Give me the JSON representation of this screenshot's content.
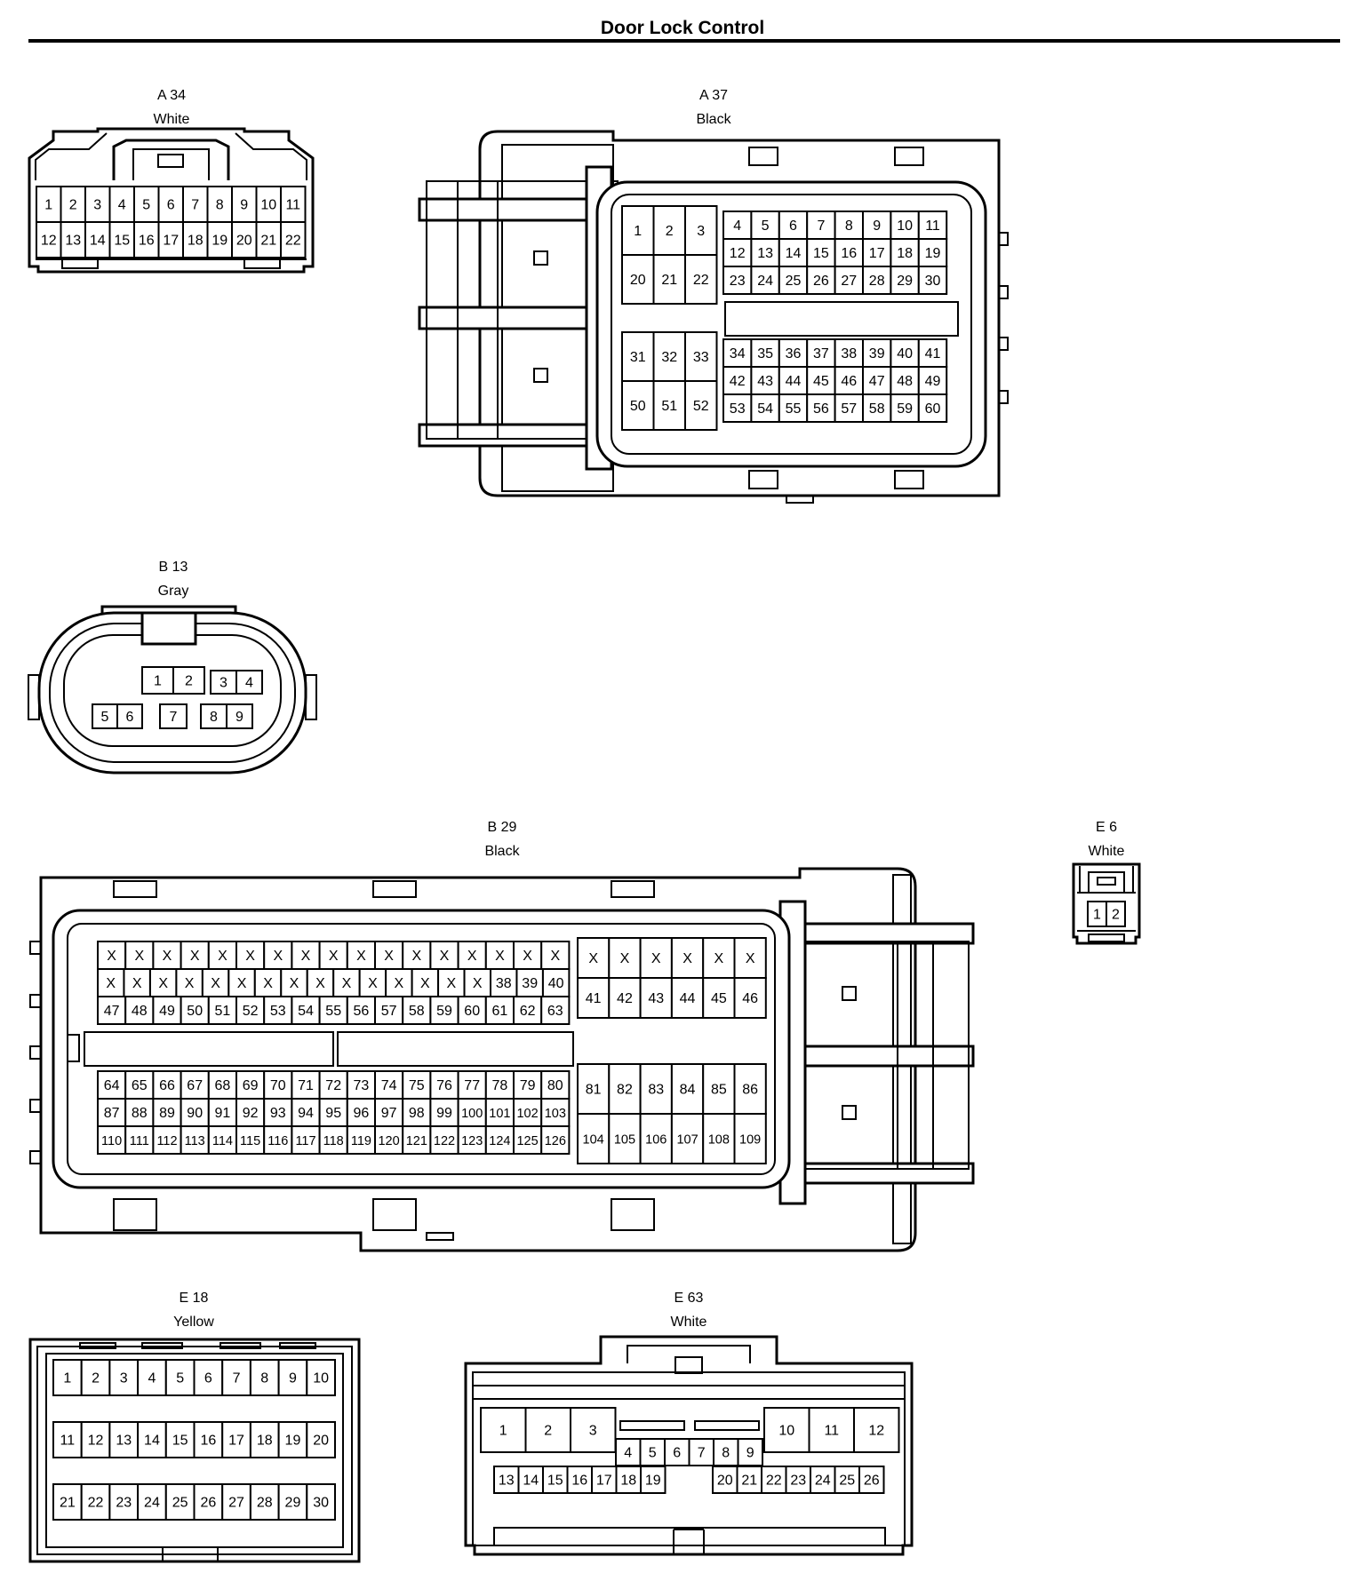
{
  "title": "Door Lock Control",
  "connectors": {
    "A34": {
      "code": "A 34",
      "color": "White",
      "rows": [
        [
          "1",
          "2",
          "3",
          "4",
          "5",
          "6",
          "7",
          "8",
          "9",
          "10",
          "11"
        ],
        [
          "12",
          "13",
          "14",
          "15",
          "16",
          "17",
          "18",
          "19",
          "20",
          "21",
          "22"
        ]
      ]
    },
    "A37": {
      "code": "A 37",
      "color": "Black",
      "blockA": [
        [
          "1",
          "2",
          "3"
        ],
        [
          "20",
          "21",
          "22"
        ]
      ],
      "blockB": [
        [
          "4",
          "5",
          "6",
          "7",
          "8",
          "9",
          "10",
          "11"
        ],
        [
          "12",
          "13",
          "14",
          "15",
          "16",
          "17",
          "18",
          "19"
        ],
        [
          "23",
          "24",
          "25",
          "26",
          "27",
          "28",
          "29",
          "30"
        ]
      ],
      "blockC": [
        [
          "31",
          "32",
          "33"
        ],
        [
          "50",
          "51",
          "52"
        ]
      ],
      "blockD": [
        [
          "34",
          "35",
          "36",
          "37",
          "38",
          "39",
          "40",
          "41"
        ],
        [
          "42",
          "43",
          "44",
          "45",
          "46",
          "47",
          "48",
          "49"
        ],
        [
          "53",
          "54",
          "55",
          "56",
          "57",
          "58",
          "59",
          "60"
        ]
      ]
    },
    "B13": {
      "code": "B 13",
      "color": "Gray",
      "pairs": [
        [
          "1",
          "2"
        ],
        [
          "3",
          "4"
        ],
        [
          "5",
          "6"
        ],
        [
          "7"
        ],
        [
          "8",
          "9"
        ]
      ]
    },
    "B29": {
      "code": "B 29",
      "color": "Black",
      "blockA": [
        [
          "X",
          "X",
          "X",
          "X",
          "X",
          "X",
          "X",
          "X",
          "X",
          "X",
          "X",
          "X",
          "X",
          "X",
          "X",
          "X",
          "X"
        ],
        [
          "X",
          "X",
          "X",
          "X",
          "X",
          "X",
          "X",
          "X",
          "X",
          "X",
          "X",
          "X",
          "X",
          "X",
          "X",
          "38",
          "39",
          "40"
        ],
        [
          "47",
          "48",
          "49",
          "50",
          "51",
          "52",
          "53",
          "54",
          "55",
          "56",
          "57",
          "58",
          "59",
          "60",
          "61",
          "62",
          "63"
        ]
      ],
      "blockB": [
        [
          "X",
          "X",
          "X",
          "X",
          "X",
          "X"
        ],
        [
          "41",
          "42",
          "43",
          "44",
          "45",
          "46"
        ]
      ],
      "blockC": [
        [
          "64",
          "65",
          "66",
          "67",
          "68",
          "69",
          "70",
          "71",
          "72",
          "73",
          "74",
          "75",
          "76",
          "77",
          "78",
          "79",
          "80"
        ],
        [
          "87",
          "88",
          "89",
          "90",
          "91",
          "92",
          "93",
          "94",
          "95",
          "96",
          "97",
          "98",
          "99",
          "100",
          "101",
          "102",
          "103"
        ],
        [
          "110",
          "111",
          "112",
          "113",
          "114",
          "115",
          "116",
          "117",
          "118",
          "119",
          "120",
          "121",
          "122",
          "123",
          "124",
          "125",
          "126"
        ]
      ],
      "blockD": [
        [
          "81",
          "82",
          "83",
          "84",
          "85",
          "86"
        ],
        [
          "104",
          "105",
          "106",
          "107",
          "108",
          "109"
        ]
      ]
    },
    "E6": {
      "code": "E 6",
      "color": "White",
      "pins": [
        "1",
        "2"
      ]
    },
    "E18": {
      "code": "E 18",
      "color": "Yellow",
      "rows": [
        [
          "1",
          "2",
          "3",
          "4",
          "5",
          "6",
          "7",
          "8",
          "9",
          "10"
        ],
        [
          "11",
          "12",
          "13",
          "14",
          "15",
          "16",
          "17",
          "18",
          "19",
          "20"
        ],
        [
          "21",
          "22",
          "23",
          "24",
          "25",
          "26",
          "27",
          "28",
          "29",
          "30"
        ]
      ]
    },
    "E63": {
      "code": "E 63",
      "color": "White",
      "topLeft": [
        "1",
        "2",
        "3"
      ],
      "topRight": [
        "10",
        "11",
        "12"
      ],
      "middle": [
        "4",
        "5",
        "6",
        "7",
        "8",
        "9"
      ],
      "bottomLeft": [
        "13",
        "14",
        "15",
        "16",
        "17",
        "18",
        "19"
      ],
      "bottomRight": [
        "20",
        "21",
        "22",
        "23",
        "24",
        "25",
        "26"
      ]
    }
  }
}
